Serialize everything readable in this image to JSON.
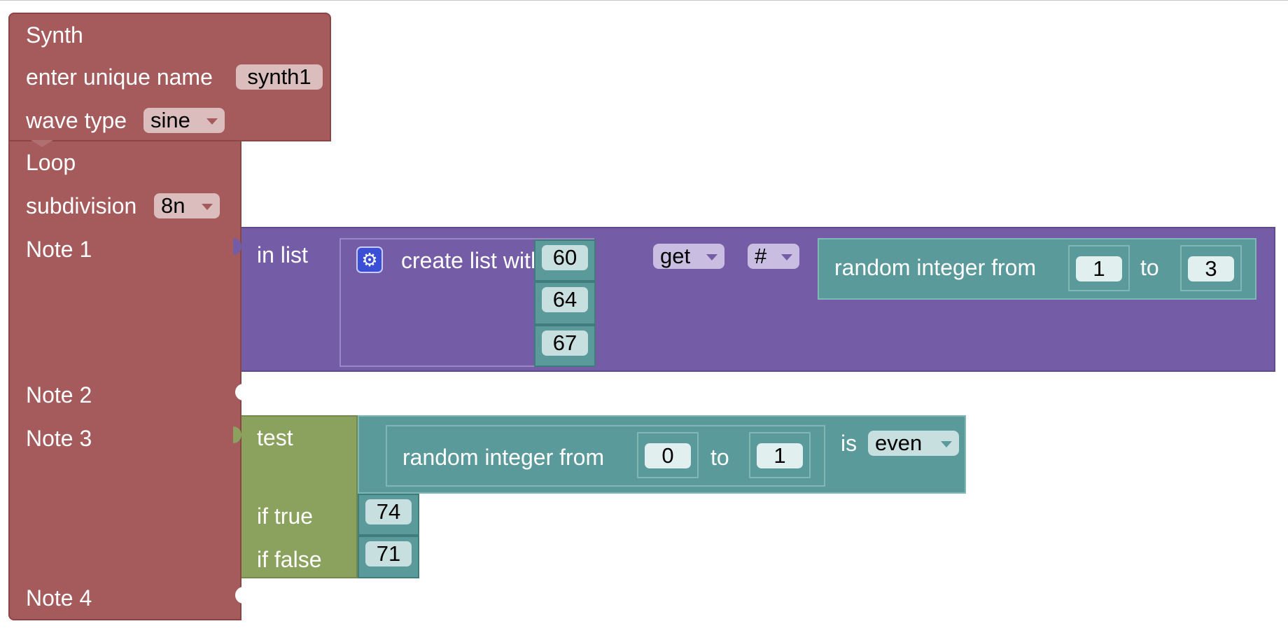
{
  "synth": {
    "title": "Synth",
    "name_label": "enter unique name",
    "name_value": "synth1",
    "wave_label": "wave type",
    "wave_value": "sine"
  },
  "loop": {
    "title": "Loop",
    "subdivision_label": "subdivision",
    "subdivision_value": "8n",
    "notes": [
      "Note 1",
      "Note 2",
      "Note 3",
      "Note 4"
    ]
  },
  "list_get": {
    "in_list_label": "in list",
    "create_list_label": "create list with",
    "items": [
      "60",
      "64",
      "67"
    ],
    "mode_value": "get",
    "where_value": "#",
    "random": {
      "label": "random integer from",
      "from": "1",
      "to_label": "to",
      "to": "3"
    }
  },
  "ternary": {
    "test_label": "test",
    "if_true_label": "if true",
    "if_false_label": "if false",
    "if_true_value": "74",
    "if_false_value": "71",
    "check": {
      "is_label": "is",
      "property_value": "even",
      "random": {
        "label": "random integer from",
        "from": "0",
        "to_label": "to",
        "to": "1"
      }
    }
  },
  "colors": {
    "sound_block": "#a55b5b",
    "list_block": "#745ca6",
    "math_block": "#5b9a9a",
    "logic_block": "#8ba25e",
    "gear_button": "#3b4fd6"
  },
  "icons": {
    "mutator": "gear-icon",
    "dropdown": "caret-down-icon"
  }
}
